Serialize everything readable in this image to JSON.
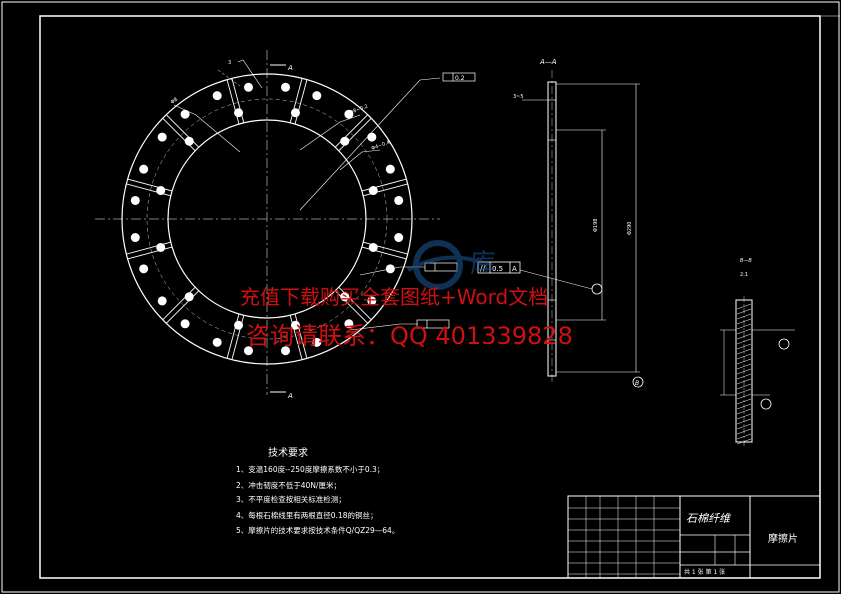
{
  "drawing": {
    "tech_title": "技术要求",
    "tech_notes": [
      "1、变温160度--250度摩擦系数不小于0.3；",
      "2、冲击韧度不低于40N/厘米；",
      "3、不平度检查按相关标准检测；",
      "4、每根石棉线里有两根直径0.18的铜丝；",
      "5、摩擦片的技术要求按技术条件Q/QZ29—64。"
    ],
    "section_aa": "A—A",
    "section_bb": "B—B",
    "tol_frame_1": "0.2",
    "tol_frame_3": "0.5",
    "tol_datum_a": "A",
    "tol_datum_b": "B",
    "material": "石棉纤维",
    "part_name": "摩擦片",
    "sheet_info": "共 1 张   第 1 张"
  },
  "watermark": {
    "line1": "充值下载购买全套图纸+Word文档",
    "line2": "咨询请联系：QQ 401339828",
    "color": "#d01010"
  }
}
